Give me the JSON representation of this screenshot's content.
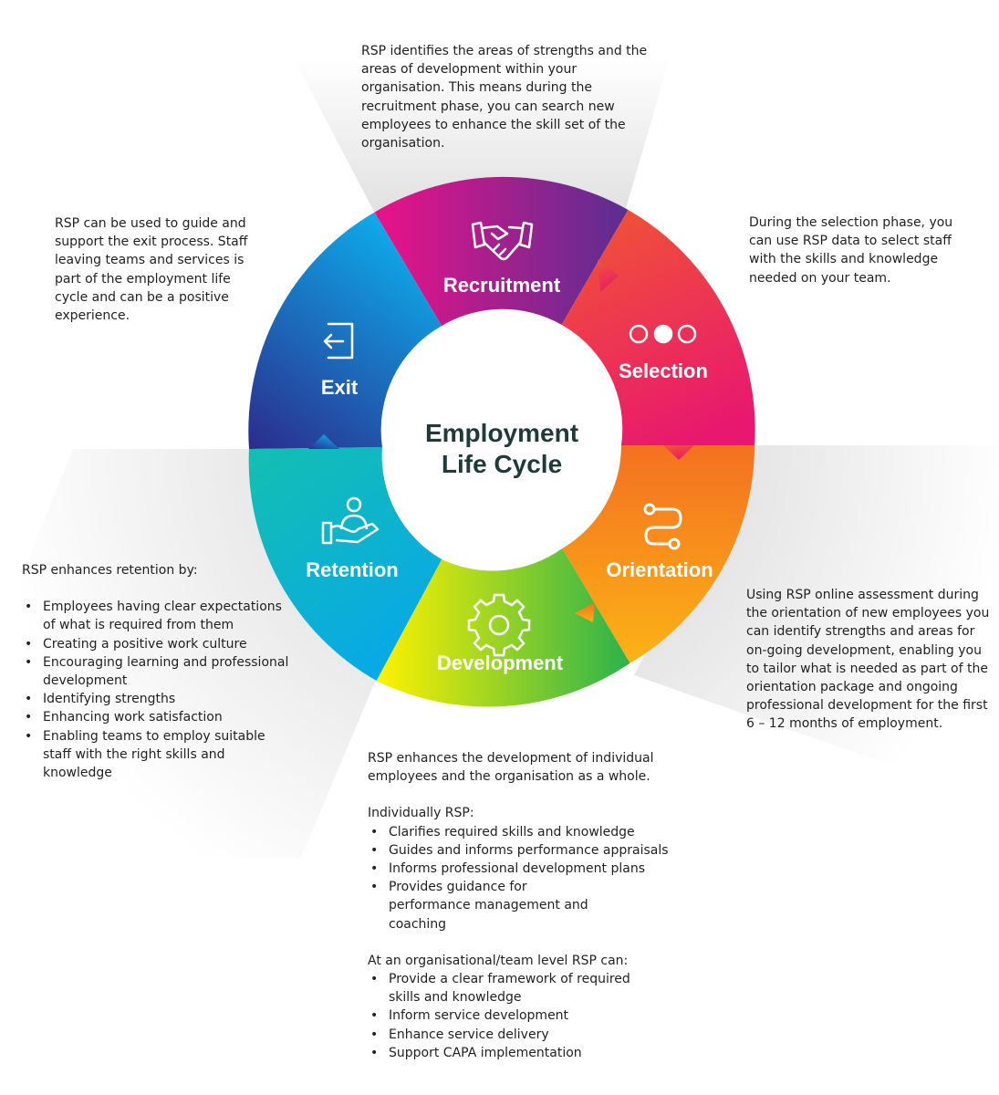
{
  "center": {
    "line1": "Employment",
    "line2": "Life Cycle"
  },
  "stages": [
    {
      "key": "recruitment",
      "label": "Recruitment",
      "icon": "handshake-icon",
      "colors": [
        "#e8118c",
        "#5b2d90"
      ]
    },
    {
      "key": "selection",
      "label": "Selection",
      "icon": "three-dots-icon",
      "colors": [
        "#ef4a3a",
        "#e91e63"
      ]
    },
    {
      "key": "orientation",
      "label": "Orientation",
      "icon": "route-icon",
      "colors": [
        "#f47b20",
        "#fbb016"
      ]
    },
    {
      "key": "development",
      "label": "Development",
      "icon": "gear-icon",
      "colors": [
        "#ffe600",
        "#2fb34a"
      ]
    },
    {
      "key": "retention",
      "label": "Retention",
      "icon": "person-desk-icon",
      "colors": [
        "#00b4d8",
        "#14c2a3"
      ]
    },
    {
      "key": "exit",
      "label": "Exit",
      "icon": "exit-door-icon",
      "colors": [
        "#2a2f8f",
        "#0ea5e9"
      ]
    }
  ],
  "descriptions": {
    "recruitment": "RSP identifies the areas of strengths and the areas of development within your organisation. This means during the recruitment phase, you can search new employees to enhance the skill set of the organisation.",
    "selection": "During the selection phase, you can use RSP data to select staff with the skills and knowledge needed on your team.",
    "orientation": "Using RSP online assessment during the orientation of new employees you can identify strengths and areas for on-going development, enabling you to tailor what is needed as part of the orientation package and ongoing professional development for the first 6 – 12 months of employment.",
    "exit": "RSP can be used to guide and support the exit process. Staff leaving teams and services is part of the employment life cycle and can be a positive experience.",
    "retention": {
      "intro": "RSP enhances retention by:",
      "bullets": [
        "Employees having clear expectations of what is required from them",
        "Creating a positive work culture",
        "Encouraging learning and professional development",
        "Identifying strengths",
        "Enhancing work satisfaction",
        "Enabling teams to employ suitable staff with the right skills and knowledge"
      ]
    },
    "development": {
      "intro": "RSP enhances the development of individual employees and the organisation as a whole.",
      "individual_heading": "Individually RSP:",
      "individual_bullets": [
        "Clarifies required skills and knowledge",
        "Guides and informs performance appraisals",
        "Informs professional development plans",
        "Provides guidance for performance management and coaching"
      ],
      "org_heading": "At an organisational/team level RSP can:",
      "org_bullets": [
        "Provide a clear framework of required skills and knowledge",
        "Inform service development",
        "Enhance service delivery",
        "Support CAPA implementation"
      ]
    }
  }
}
